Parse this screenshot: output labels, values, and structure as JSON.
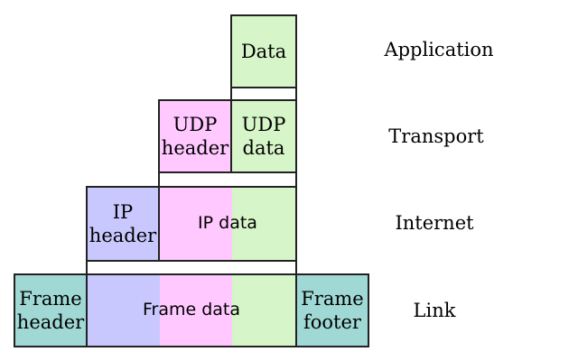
{
  "colors": {
    "app_green": "#d6f5c8",
    "udp_pink": "#ffc8ff",
    "ip_blue": "#c8c8ff",
    "frame_teal": "#9fd8d4",
    "border": "#222222"
  },
  "layers": {
    "application": "Application",
    "transport": "Transport",
    "internet": "Internet",
    "link": "Link"
  },
  "blocks": {
    "data": "Data",
    "udp_header": "UDP\nheader",
    "udp_data": "UDP\ndata",
    "ip_header": "IP\nheader",
    "ip_data": "IP data",
    "frame_header": "Frame\nheader",
    "frame_data": "Frame data",
    "frame_footer": "Frame\nfooter"
  }
}
